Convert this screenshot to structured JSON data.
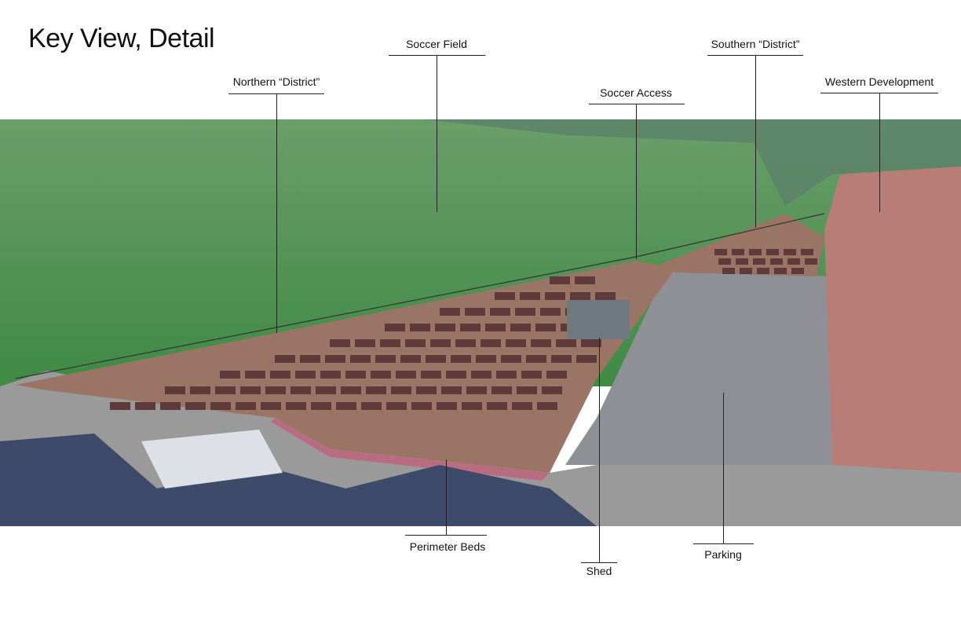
{
  "title": "Key View, Detail",
  "labels": {
    "soccer_field": "Soccer Field",
    "northern_district": "Northern “District”",
    "soccer_access": "Soccer Access",
    "southern_district": "Southern “District”",
    "western_development": "Western Development",
    "perimeter_beds": "Perimeter Beds",
    "shed": "Shed",
    "parking": "Parking"
  },
  "colors": {
    "grass": "#4f8f4f",
    "garden_path": "#9a7565",
    "beds": "#5e3a3a",
    "pavement": "#8f8f95",
    "building": "#b77d76",
    "rocks": "#3e4a6a"
  }
}
